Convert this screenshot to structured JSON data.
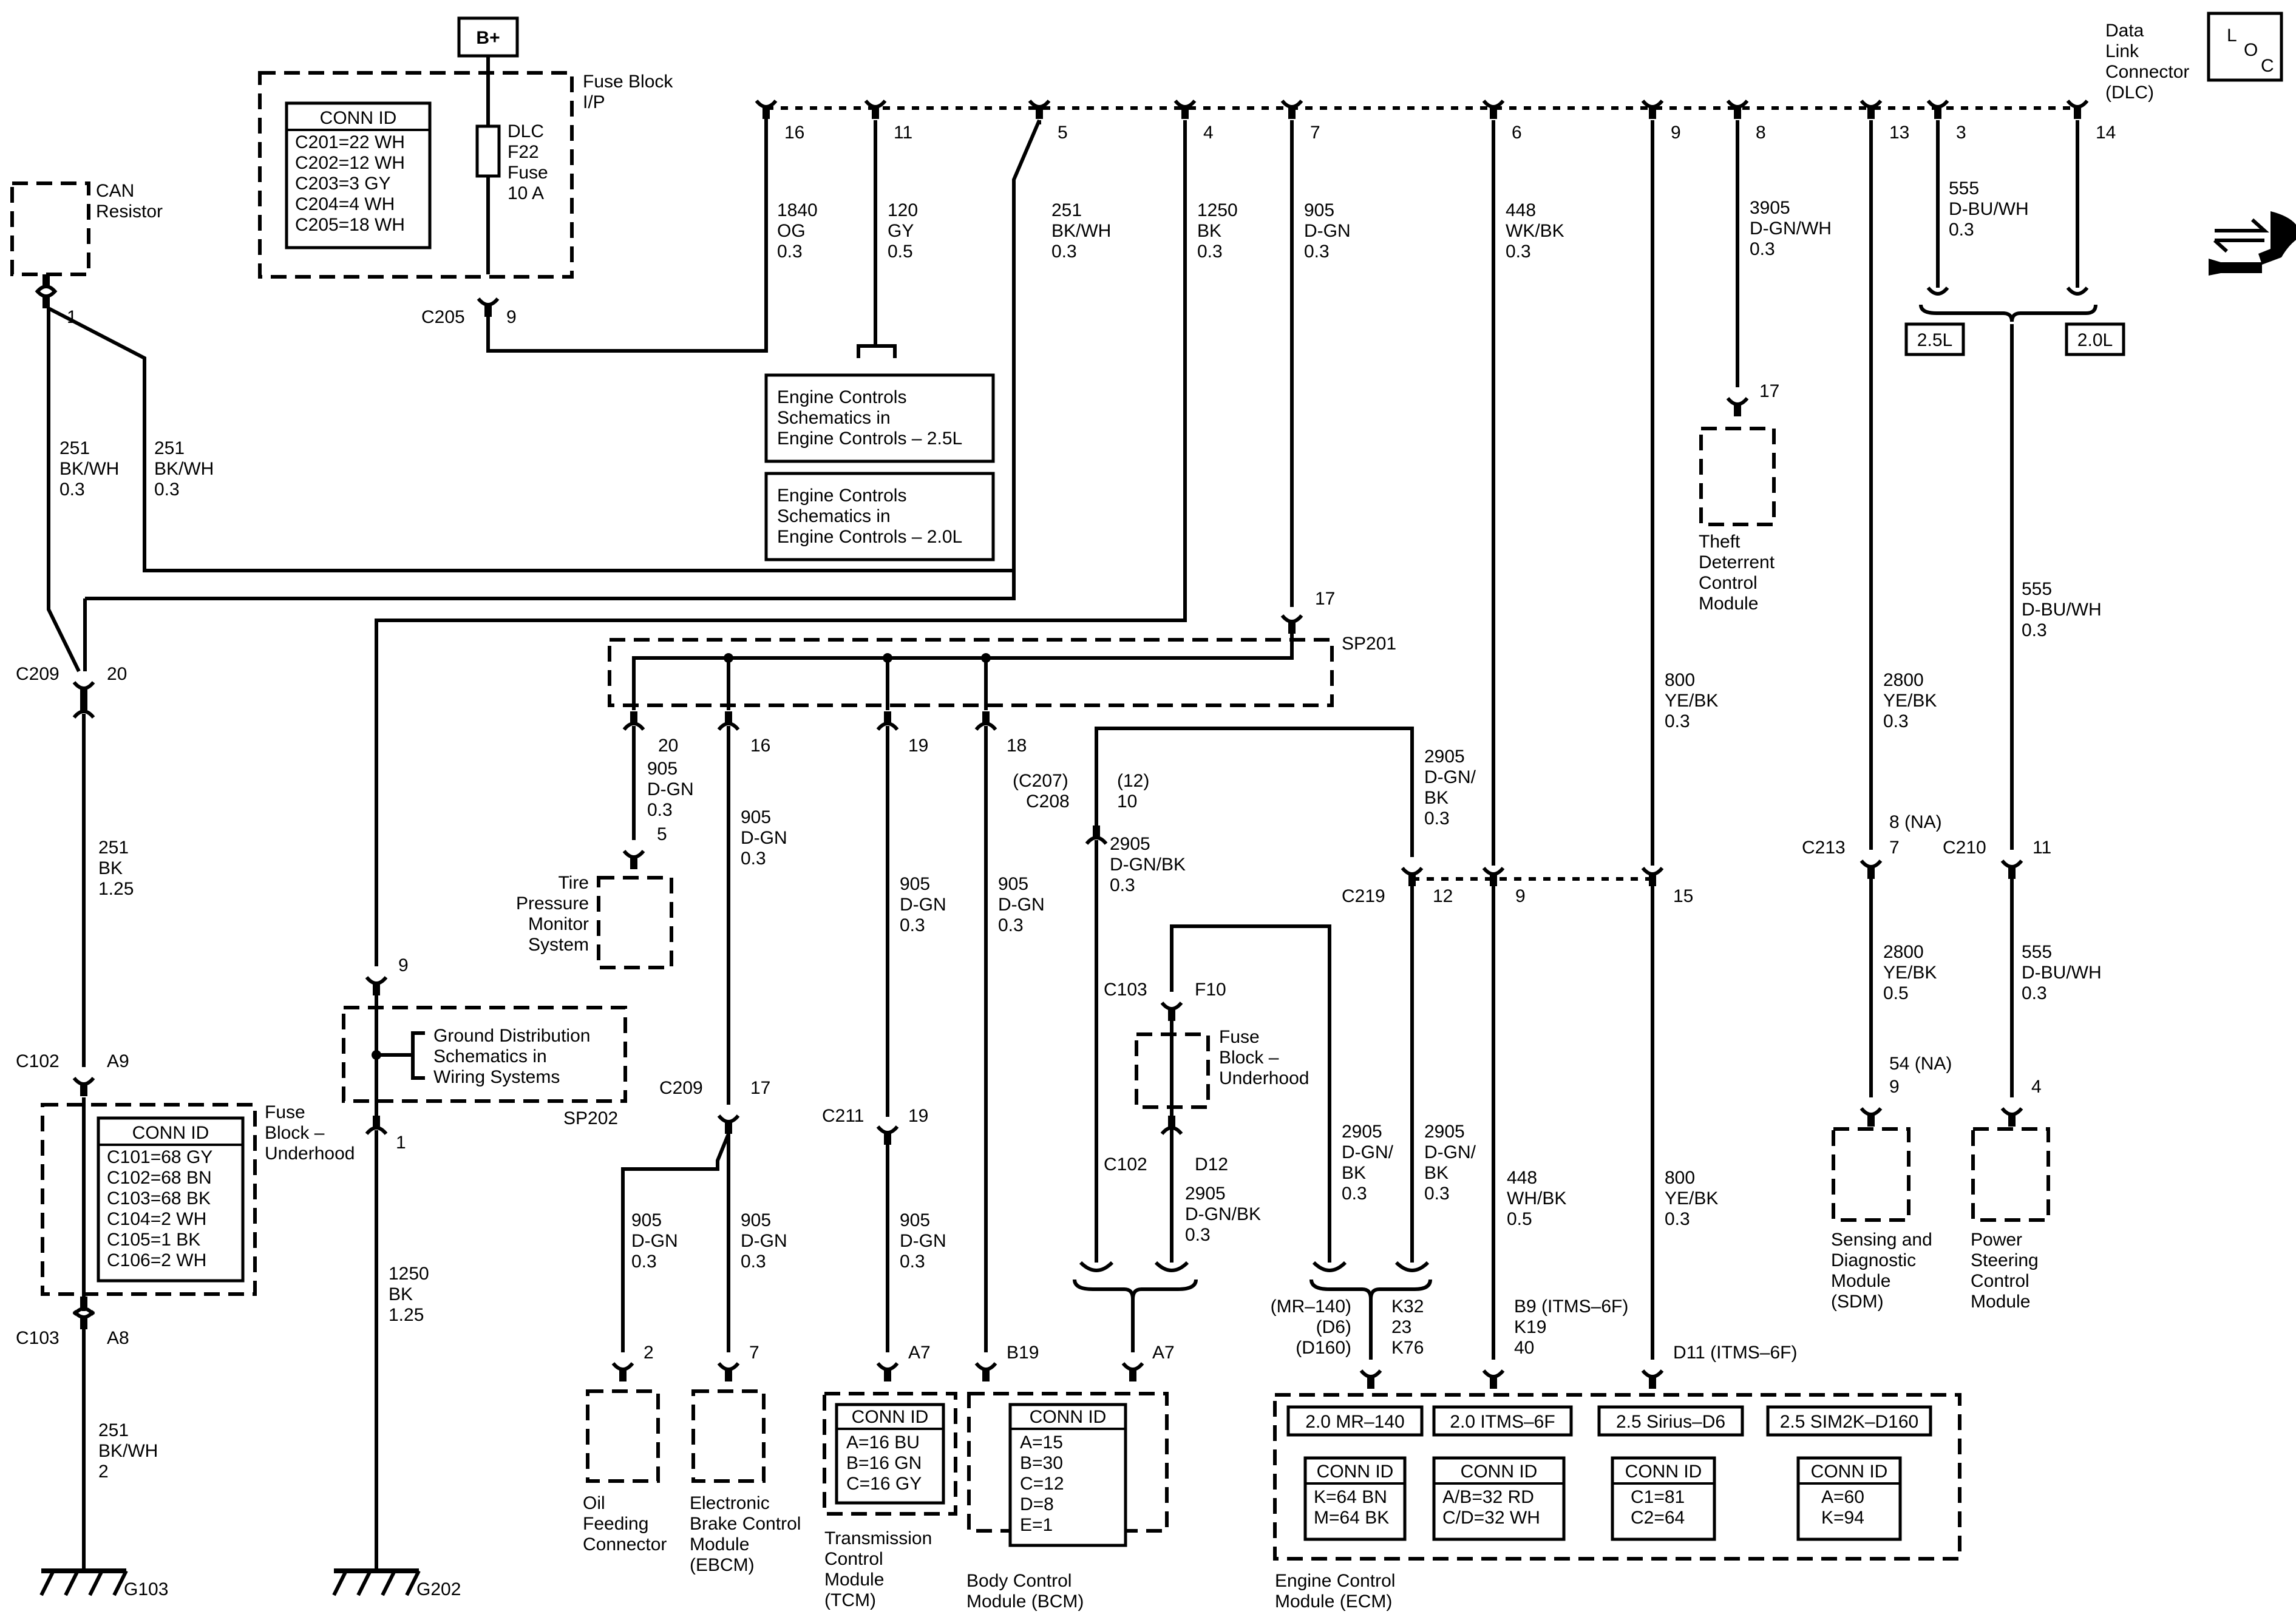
{
  "power": {
    "label": "B+"
  },
  "locator": {
    "l": "L",
    "o": "O",
    "c": "C"
  },
  "dlc": {
    "lines": [
      "Data",
      "Link",
      "Connector",
      "(DLC)"
    ]
  },
  "fuse_block_ip": {
    "title_lines": [
      "Fuse Block",
      "I/P"
    ],
    "fuse_lines": [
      "DLC",
      "F22",
      "Fuse",
      "10 A"
    ],
    "conn_title": "CONN ID",
    "conn_rows": [
      "C201=22 WH",
      "C202=12 WH",
      "C203=3 GY",
      "C204=4 WH",
      "C205=18 WH"
    ],
    "connector": "C205",
    "pin": "9"
  },
  "can_resistor": {
    "lines": [
      "CAN",
      "Resistor"
    ],
    "pin": "1"
  },
  "dlc_pins": [
    "16",
    "11",
    "5",
    "4",
    "7",
    "6",
    "9",
    "8",
    "13",
    "3",
    "14"
  ],
  "dlc_wires": [
    {
      "circuit": "1840",
      "color": "OG",
      "size": "0.3"
    },
    {
      "circuit": "120",
      "color": "GY",
      "size": "0.5"
    },
    {
      "circuit": "251",
      "color": "BK/WH",
      "size": "0.3"
    },
    {
      "circuit": "1250",
      "color": "BK",
      "size": "0.3"
    },
    {
      "circuit": "905",
      "color": "D-GN",
      "size": "0.3"
    },
    {
      "circuit": "448",
      "color": "WK/BK",
      "size": "0.3"
    },
    {
      "circuit": "3905",
      "color": "D-GN/WH",
      "size": "0.3"
    },
    {
      "circuit": "555",
      "color": "D-BU/WH",
      "size": "0.3"
    }
  ],
  "engine_refs": [
    {
      "lines": [
        "Engine Controls",
        "Schematics in",
        "Engine Controls – 2.5L"
      ]
    },
    {
      "lines": [
        "Engine Controls",
        "Schematics in",
        "Engine Controls – 2.0L"
      ]
    }
  ],
  "can_wires": [
    {
      "circuit": "251",
      "color": "BK/WH",
      "size": "0.3"
    },
    {
      "circuit": "251",
      "color": "BK/WH",
      "size": "0.3"
    }
  ],
  "c209_top": {
    "connector": "C209",
    "pin": "20"
  },
  "wire_251_bk": {
    "circuit": "251",
    "color": "BK",
    "size": "1.25"
  },
  "c102_left": {
    "connector": "C102",
    "pin": "A9"
  },
  "fuse_block_uh": {
    "title_lines": [
      "Fuse",
      "Block –",
      "Underhood"
    ],
    "conn_title": "CONN ID",
    "conn_rows": [
      "C101=68 GY",
      "C102=68 BN",
      "C103=68 BK",
      "C104=2 WH",
      "C105=1 BK",
      "C106=2 WH"
    ]
  },
  "c103_left": {
    "connector": "C103",
    "pin": "A8"
  },
  "wire_251_bkwh_2": {
    "circuit": "251",
    "color": "BK/WH",
    "size": "2"
  },
  "g103": "G103",
  "sp202": {
    "name": "SP202",
    "pin_top": "9",
    "pin_bottom": "1",
    "ref_lines": [
      "Ground Distribution",
      "Schematics in",
      "Wiring Systems"
    ]
  },
  "wire_1250": {
    "circuit": "1250",
    "color": "BK",
    "size": "1.25"
  },
  "g202": "G202",
  "sp201": {
    "name": "SP201",
    "pin_top": "17",
    "pins": [
      "20",
      "16",
      "19",
      "18"
    ]
  },
  "tpms": {
    "wire": {
      "circuit": "905",
      "color": "D-GN",
      "size": "0.3"
    },
    "pin": "5",
    "lines": [
      "Tire",
      "Pressure",
      "Monitor",
      "System"
    ]
  },
  "wire_16": {
    "circuit": "905",
    "color": "D-GN",
    "size": "0.3"
  },
  "wire_19": {
    "circuit": "905",
    "color": "D-GN",
    "size": "0.3"
  },
  "wire_18": {
    "circuit": "905",
    "color": "D-GN",
    "size": "0.3"
  },
  "c209_mid": {
    "connector": "C209",
    "pin": "17"
  },
  "c211": {
    "connector": "C211",
    "pin": "19"
  },
  "oil_wire": {
    "circuit": "905",
    "color": "D-GN",
    "size": "0.3"
  },
  "ebcm_wire": {
    "circuit": "905",
    "color": "D-GN",
    "size": "0.3"
  },
  "tcm_wire": {
    "circuit": "905",
    "color": "D-GN",
    "size": "0.3"
  },
  "oil": {
    "pin": "2",
    "lines": [
      "Oil",
      "Feeding",
      "Connector"
    ]
  },
  "ebcm": {
    "pin": "7",
    "lines": [
      "Electronic",
      "Brake Control",
      "Module",
      "(EBCM)"
    ]
  },
  "tcm": {
    "pin": "A7",
    "conn_title": "CONN ID",
    "conn_rows": [
      "A=16 BU",
      "B=16 GN",
      "C=16 GY"
    ],
    "lines": [
      "Transmission",
      "Control",
      "Module",
      "(TCM)"
    ]
  },
  "bcm": {
    "pin_left": "B19",
    "pin_right": "A7",
    "conn_title": "CONN ID",
    "conn_rows": [
      "A=15",
      "B=30",
      "C=12",
      "D=8",
      "E=1"
    ],
    "lines": [
      "Body Control",
      "Module (BCM)"
    ]
  },
  "c208": {
    "alt": "(C207)",
    "alt_pin": "(12)",
    "connector": "C208",
    "pin": "10"
  },
  "wire_2905_a": {
    "circuit": "2905",
    "color": "D-GN/BK",
    "size": "0.3"
  },
  "wire_2905_top": {
    "circuit": "2905",
    "color": "D-GN/",
    "color2": "BK",
    "size": "0.3"
  },
  "c219": {
    "connector": "C219",
    "pins": [
      "12",
      "9",
      "15"
    ]
  },
  "c103_fuse": {
    "connector": "C103",
    "pin": "F10"
  },
  "fuse_block_uh2": {
    "lines": [
      "Fuse",
      "Block –",
      "Underhood"
    ]
  },
  "c102_fuse": {
    "connector": "C102",
    "pin": "D12"
  },
  "wire_2905_b": {
    "circuit": "2905",
    "color": "D-GN/BK",
    "size": "0.3"
  },
  "wire_2905_c": {
    "circuit": "2905",
    "color": "D-GN/",
    "color2": "BK",
    "size": "0.3"
  },
  "wire_2905_d": {
    "circuit": "2905",
    "color": "D-GN/",
    "color2": "BK",
    "size": "0.3"
  },
  "wire_448_b": {
    "circuit": "448",
    "color": "WH/BK",
    "size": "0.5"
  },
  "wire_800_a": {
    "circuit": "800",
    "color": "YE/BK",
    "size": "0.3"
  },
  "wire_800_b": {
    "circuit": "800",
    "color": "YE/BK",
    "size": "0.3"
  },
  "theft": {
    "pin": "17",
    "lines": [
      "Theft",
      "Deterrent",
      "Control",
      "Module"
    ]
  },
  "sizes": {
    "left": "2.5L",
    "right": "2.0L"
  },
  "wire_2800_a": {
    "circuit": "2800",
    "color": "YE/BK",
    "size": "0.3"
  },
  "wire_2800_b": {
    "circuit": "2800",
    "color": "YE/BK",
    "size": "0.5"
  },
  "wire_555_a": {
    "circuit": "555",
    "color": "D-BU/WH",
    "size": "0.3"
  },
  "wire_555_b": {
    "circuit": "555",
    "color": "D-BU/WH",
    "size": "0.3"
  },
  "c213": {
    "connector": "C213",
    "alt_pin": "8 (NA)",
    "pin": "7"
  },
  "c210": {
    "connector": "C210",
    "pin": "11"
  },
  "sdm": {
    "alt_pin": "54 (NA)",
    "pin": "9",
    "lines": [
      "Sensing and",
      "Diagnostic",
      "Module",
      "(SDM)"
    ]
  },
  "psm": {
    "pin": "4",
    "lines": [
      "Power",
      "Steering",
      "Control",
      "Module"
    ]
  },
  "ecm_pins": {
    "left": [
      "(MR–140)",
      "(D6)",
      "(D160)"
    ],
    "left_vals": [
      "K32",
      "23",
      "K76"
    ],
    "mid": [
      "B9 (ITMS–6F)",
      "K19",
      "40"
    ],
    "right": "D11 (ITMS–6F)"
  },
  "ecm": {
    "variants": [
      "2.0 MR–140",
      "2.0 ITMS–6F",
      "2.5 Sirius–D6",
      "2.5 SIM2K–D160"
    ],
    "conn_title": "CONN ID",
    "conn": [
      [
        "K=64 BN",
        "M=64 BK"
      ],
      [
        "A/B=32 RD",
        "C/D=32 WH"
      ],
      [
        "C1=81",
        "C2=64"
      ],
      [
        "A=60",
        "K=94"
      ]
    ],
    "lines": [
      "Engine Control",
      "Module (ECM)"
    ]
  }
}
